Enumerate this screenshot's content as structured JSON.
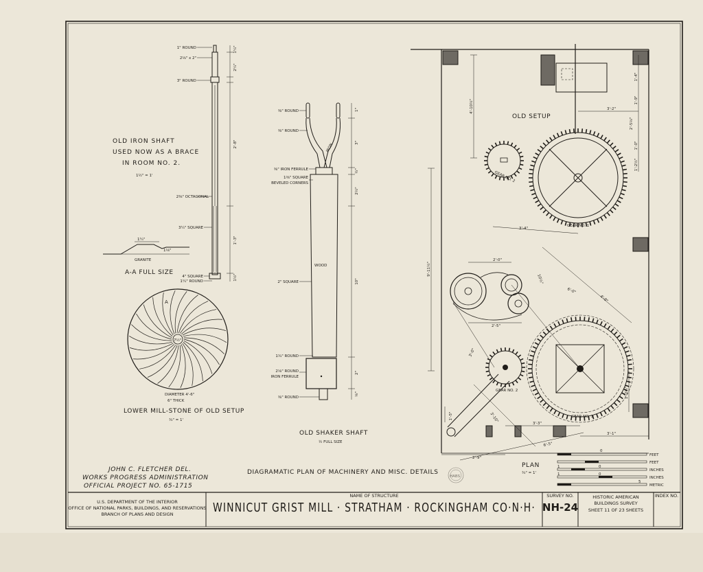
{
  "iron_shaft": {
    "note_lines": [
      "OLD IRON SHAFT",
      "USED NOW AS A BRACE",
      "IN ROOM NO. 2.",
      "1½\" = 1'"
    ],
    "labels": [
      "1\" ROUND",
      "2⅛\" x 2\"",
      "3\" ROUND",
      "2⅜\" OCTAGONAL",
      "3¼\" SQUARE",
      "4\" SQUARE",
      "1¼\" ROUND"
    ],
    "dims": [
      "1¼\"",
      "2¼\"",
      "2'-8\"",
      "1'-3\"",
      "1½\""
    ]
  },
  "section_aa": {
    "label_granite": "GRANITE",
    "dim_top": "1¼\"",
    "dim_side": "1⅛\"",
    "title": "A-A  FULL SIZE"
  },
  "millstone": {
    "section_mark": "A",
    "center_dim": "7½\"",
    "diameter": "DIAMETER 4'-6\"",
    "thick": "6\" THICK",
    "caption": "LOWER MILL-STONE OF OLD SETUP",
    "scale": "¾\" = 1'"
  },
  "shaker_shaft": {
    "labels": [
      "⅜\" ROUND",
      "⅜\" ROUND",
      "IRON",
      "⅜\" IRON FERRULE",
      "1⅜\" SQUARE",
      "BEVELED CORNERS",
      "WOOD",
      "2\" SQUARE",
      "1¾\" ROUND",
      "2⅛\" ROUND",
      "IRON FERRULE",
      "⅜\" ROUND"
    ],
    "dims": [
      "1\"",
      "3\"",
      "½\"",
      "2½\"",
      "10\"",
      "2\"",
      "⅛\""
    ],
    "caption": "OLD SHAKER SHAFT",
    "scale": "½ FULL SIZE"
  },
  "plan": {
    "old_setup": "OLD SETUP",
    "gear_labels": [
      "GEAR NO. 2",
      "GEAR NO. 1",
      "GEAR NO. 2",
      "GEAR NO. 1"
    ],
    "dims": [
      "4'-10½\"",
      "3'-2\"",
      "1'-4\"",
      "1'-9\"",
      "1'-0\"",
      "1'-2½\"",
      "2'-5⅛\"",
      "3'-4\"",
      "9'-11½\"",
      "2'-0\"",
      "10½\"",
      "6'-0\"",
      "4'-8\"",
      "2'-5\"",
      "3'-0\"",
      "1'-2½\"",
      "3'-10\"",
      "3'-3\"",
      "3'-1\"",
      "2'-9\"",
      "6'-5\"",
      "1'-5\""
    ],
    "title": "PLAN",
    "scale": "¾\" = 1'"
  },
  "scale_bar": {
    "units": [
      "FEET",
      "FEET",
      "INCHES",
      "INCHES",
      "METRIC"
    ],
    "ticks": [
      "0",
      "1",
      "0",
      "1",
      "0",
      "5"
    ]
  },
  "credits": [
    "JOHN C. FLETCHER  DEL.",
    "WORKS PROGRESS ADMINISTRATION",
    "OFFICIAL  PROJECT  NO. 65-1715"
  ],
  "main_title": "DIAGRAMATIC PLAN OF MACHINERY AND MISC. DETAILS",
  "stamp": "HABS",
  "title_block": {
    "agency_lines": [
      "U.S. DEPARTMENT OF THE INTERIOR",
      "OFFICE OF NATIONAL PARKS, BUILDINGS, AND RESERVATIONS",
      "BRANCH OF PLANS AND DESIGN"
    ],
    "name_label": "NAME OF STRUCTURE",
    "name": "WINNICUT GRIST MILL · STRATHAM · ROCKINGHAM CO·N·H·",
    "survey_label": "SURVEY NO.",
    "survey_no": "NH-24",
    "habs_lines": [
      "HISTORIC AMERICAN",
      "BUILDINGS SURVEY"
    ],
    "sheet": "SHEET  11  OF  23  SHEETS",
    "index_label": "INDEX NO."
  }
}
